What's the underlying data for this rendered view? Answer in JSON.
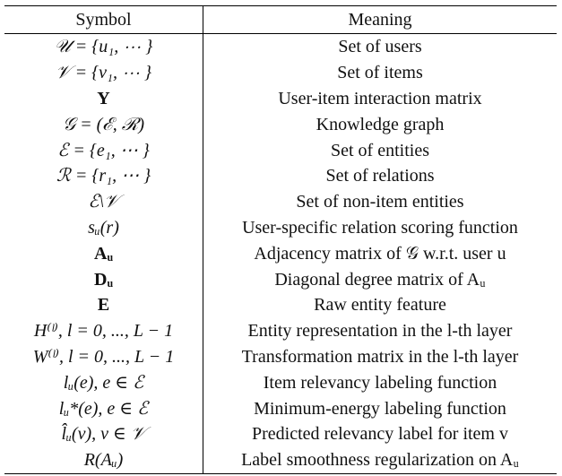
{
  "header": {
    "symbol": "Symbol",
    "meaning": "Meaning"
  },
  "rows": [
    {
      "symbol": "𝒰 = {u₁, ⋯ }",
      "meaning": "Set of users"
    },
    {
      "symbol": "𝒱 = {v₁, ⋯ }",
      "meaning": "Set of items"
    },
    {
      "symbol": "Y",
      "meaning": "User-item interaction matrix"
    },
    {
      "symbol": "𝒢 = (ℰ, ℛ)",
      "meaning": "Knowledge graph"
    },
    {
      "symbol": "ℰ = {e₁, ⋯ }",
      "meaning": "Set of entities"
    },
    {
      "symbol": "ℛ = {r₁, ⋯ }",
      "meaning": "Set of relations"
    },
    {
      "symbol": "ℰ\\𝒱",
      "meaning": "Set of non-item entities"
    },
    {
      "symbol": "sᵤ(r)",
      "meaning": "User-specific relation scoring function"
    },
    {
      "symbol": "Aᵤ",
      "meaning": "Adjacency matrix of 𝒢 w.r.t. user u"
    },
    {
      "symbol": "Dᵤ",
      "meaning": "Diagonal degree matrix of Aᵤ"
    },
    {
      "symbol": "E",
      "meaning": "Raw entity feature"
    },
    {
      "symbol": "H⁽ˡ⁾,  l = 0, ..., L − 1",
      "meaning": "Entity representation in the l-th layer"
    },
    {
      "symbol": "W⁽ˡ⁾,  l = 0, ..., L − 1",
      "meaning": "Transformation matrix in the l-th layer"
    },
    {
      "symbol": "lᵤ(e),  e ∈ ℰ",
      "meaning": "Item relevancy labeling function"
    },
    {
      "symbol": "lᵤ*(e),  e ∈ ℰ",
      "meaning": "Minimum-energy labeling function"
    },
    {
      "symbol": "l̂ᵤ(v),  v ∈ 𝒱",
      "meaning": "Predicted relevancy label for item v"
    },
    {
      "symbol": "R(Aᵤ)",
      "meaning": "Label smoothness regularization on Aᵤ"
    }
  ]
}
